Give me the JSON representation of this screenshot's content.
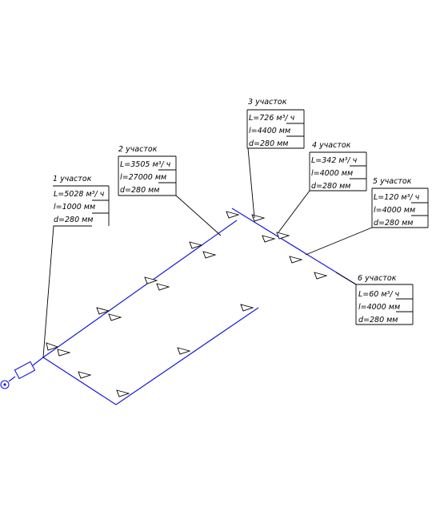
{
  "sections": [
    {
      "title": "1 участок",
      "L": "L=5028 м³/ ч",
      "l": "l=1000 мм",
      "d": "d=280 мм"
    },
    {
      "title": "2 участок",
      "L": "L=3505 м³/ ч",
      "l": "l=27000 мм",
      "d": "d=280 мм"
    },
    {
      "title": "3 участок",
      "L": "L=726 м³/ ч",
      "l": "l=4400 мм",
      "d": "d=280 мм"
    },
    {
      "title": "4 участок",
      "L": "L=342 м³/ ч",
      "l": "l=4000 мм",
      "d": "d=280 мм"
    },
    {
      "title": "5 участок",
      "L": "L=120 м³/ ч",
      "l": "l=4000 мм",
      "d": "d=280 мм"
    },
    {
      "title": "6 участок",
      "L": "L=60 м³/ ч",
      "l": "l=4000 мм",
      "d": "d=280 мм"
    }
  ],
  "colors": {
    "duct": "#1a1ad8",
    "line": "#000000",
    "background": "#ffffff"
  }
}
